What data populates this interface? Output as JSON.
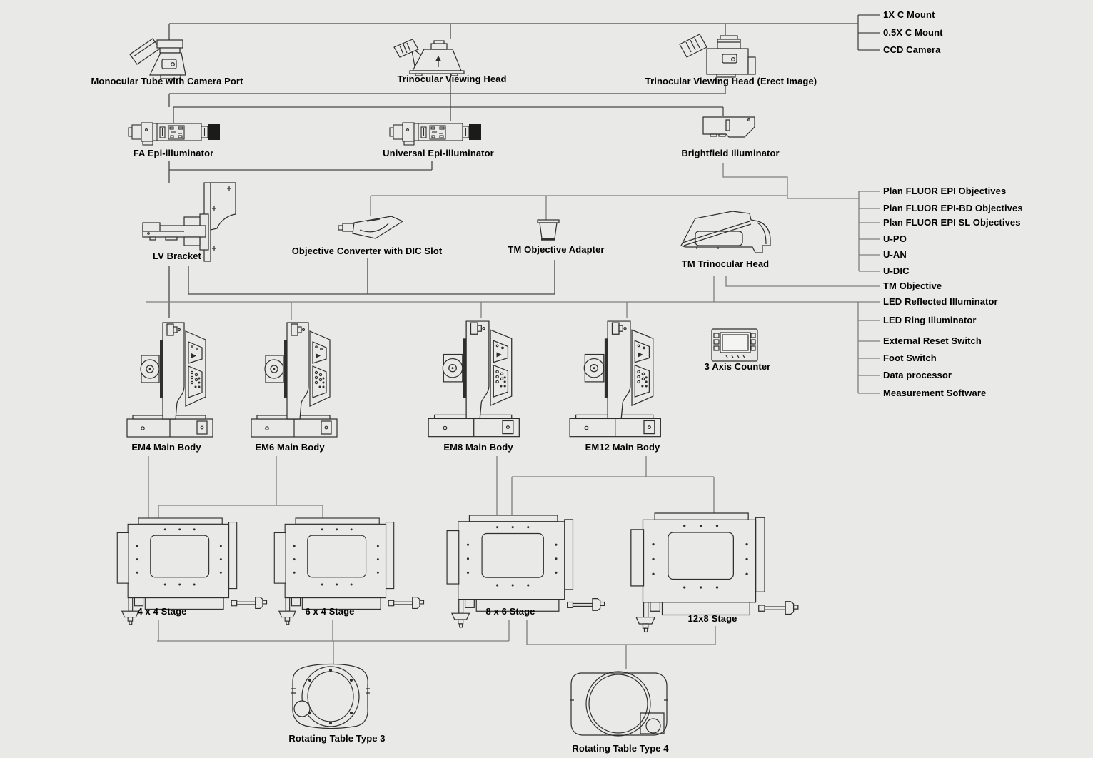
{
  "diagram_type": "microscope-system-configuration-chart",
  "nodes": {
    "monocular_tube": "Monocular Tube with Camera Port",
    "trinocular_head": "Trinocular Viewing Head",
    "trinocular_head_erect": "Trinocular Viewing Head (Erect Image)",
    "fa_epi": "FA Epi-illuminator",
    "universal_epi": "Universal Epi-illuminator",
    "brightfield": "Brightfield Illuminator",
    "lv_bracket": "LV Bracket",
    "objective_converter": "Objective Converter with DIC Slot",
    "tm_objective_adapter": "TM Objective Adapter",
    "tm_trinocular_head": "TM Trinocular Head",
    "em4": "EM4 Main Body",
    "em6": "EM6 Main Body",
    "em8": "EM8 Main Body",
    "em12": "EM12 Main Body",
    "axis_counter": "3 Axis Counter",
    "stage44": "4 x 4 Stage",
    "stage64": "6 x 4 Stage",
    "stage86": "8 x 6 Stage",
    "stage128": "12x8 Stage",
    "table3": "Rotating Table Type 3",
    "table4": "Rotating Table Type 4"
  },
  "camera_options": [
    "1X C Mount",
    "0.5X C Mount",
    "CCD Camera"
  ],
  "objective_options": [
    "Plan FLUOR EPI Objectives",
    "Plan FLUOR EPI-BD Objectives",
    "Plan FLUOR EPI SL Objectives",
    "U-PO",
    "U-AN",
    "U-DIC",
    "TM Objective"
  ],
  "accessory_options": [
    "LED Reflected Illuminator",
    "LED Ring Illuminator",
    "External Reset Switch",
    "Foot Switch",
    "Data processor",
    "Measurement Software"
  ],
  "colors": {
    "background": "#e9e9e7",
    "line_dark": "#474747",
    "line_light": "#7e7e7e",
    "drawing_stroke": "#2e2e2e",
    "text": "#000000"
  }
}
